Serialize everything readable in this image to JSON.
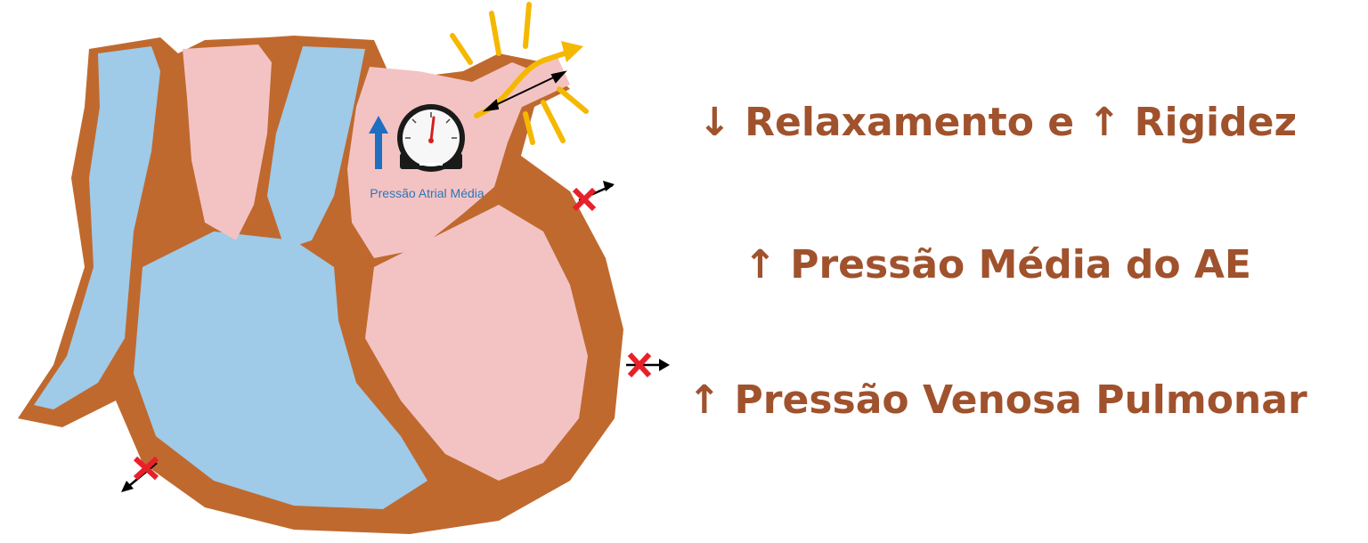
{
  "statements": [
    "↓ Relaxamento e ↑ Rigidez",
    "↑ Pressão Média do AE",
    "↑ Pressão Venosa Pulmonar"
  ],
  "gauge": {
    "label": "Pressão Atrial Média"
  },
  "colors": {
    "text": "#a0522d",
    "muscle": "#c0692e",
    "blue_chambers": "#9fcae8",
    "pink_chambers": "#f3c3c4",
    "flow_arrow": "#f5b800",
    "pressure_arrow": "#1f6fc0",
    "caption": "#2e75b6",
    "x_mark": "#e8202a"
  },
  "icons": [
    "pressure-gauge-icon",
    "up-arrow-icon",
    "x-mark-icon",
    "flow-arrow-icon"
  ]
}
